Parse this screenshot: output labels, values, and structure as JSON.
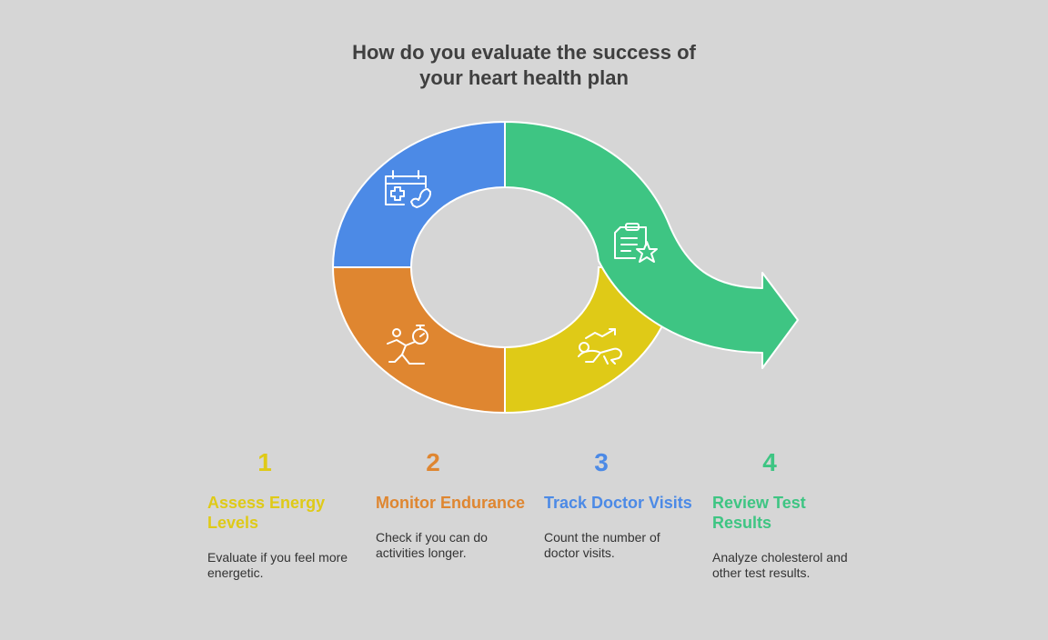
{
  "title": {
    "line1": "How do you evaluate the success of",
    "line2": "your heart health plan"
  },
  "colors": {
    "background": "#d6d6d6",
    "step1": "#dfca17",
    "step2": "#df8630",
    "step3": "#4c8ae6",
    "step4": "#3ec583"
  },
  "segments": [
    {
      "id": "doctor-visits",
      "icon": "calendar-medical-phone-icon",
      "color": "#4c8ae6"
    },
    {
      "id": "review-results",
      "icon": "clipboard-star-icon",
      "color": "#3ec583"
    },
    {
      "id": "energy",
      "icon": "runner-chart-icon",
      "color": "#dfca17"
    },
    {
      "id": "endurance",
      "icon": "runner-stopwatch-icon",
      "color": "#df8630"
    }
  ],
  "steps": [
    {
      "number": "1",
      "title": "Assess Energy Levels",
      "description": "Evaluate if you feel more energetic.",
      "color": "#dfca17"
    },
    {
      "number": "2",
      "title": "Monitor Endurance",
      "description": "Check if you can do activities longer.",
      "color": "#df8630"
    },
    {
      "number": "3",
      "title": "Track Doctor Visits",
      "description": "Count the number of doctor visits.",
      "color": "#4c8ae6"
    },
    {
      "number": "4",
      "title": "Review Test Results",
      "description": "Analyze cholesterol and other test results.",
      "color": "#3ec583"
    }
  ]
}
